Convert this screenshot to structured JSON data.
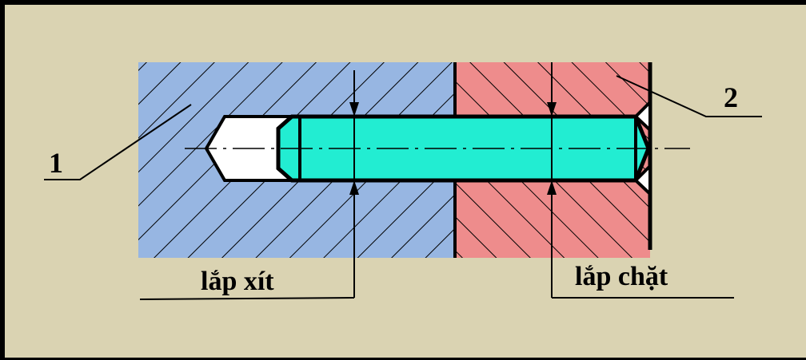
{
  "colors": {
    "background": "#DAD3B2",
    "part1": "#97B6E2",
    "part2": "#EE8C8C",
    "pin": "#22EDD2",
    "hole_empty": "#FFFFFF",
    "line": "#000000"
  },
  "labels": {
    "part1": "1",
    "part2": "2",
    "fit1": "lắp xít",
    "fit2": "lắp chặt"
  }
}
